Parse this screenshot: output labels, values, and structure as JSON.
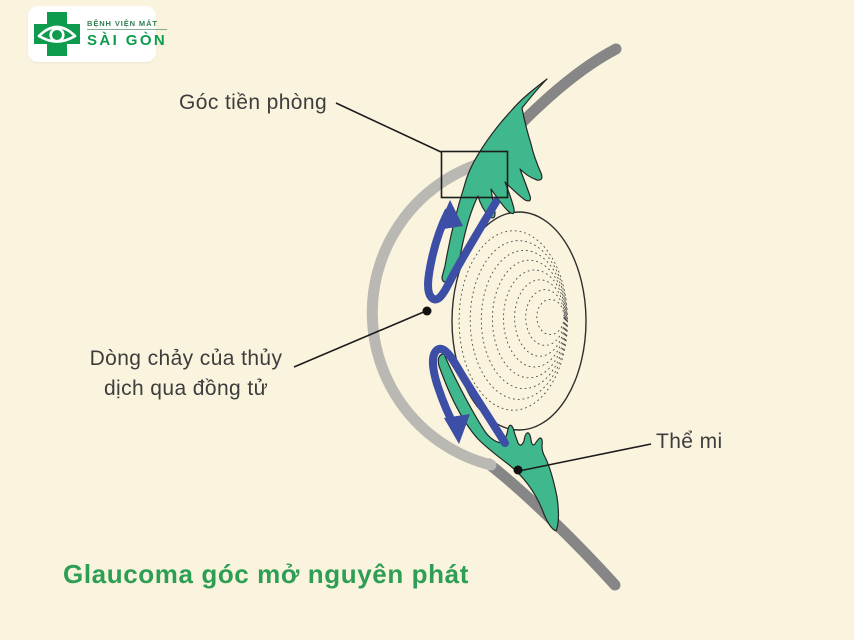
{
  "logo": {
    "hospital_small": "BỆNH VIỆN MẮT",
    "hospital_big": "SÀI GÒN"
  },
  "labels": {
    "anterior_chamber_angle": "Góc tiền phòng",
    "aqueous_flow_line1": "Dòng chảy của thủy",
    "aqueous_flow_line2": "dịch qua đồng tử",
    "ciliary_body": "Thể mi",
    "title": "Glaucoma góc mở nguyên phát"
  },
  "colors": {
    "background": "#FAF4DE",
    "sclera_gray": "#868686",
    "cornea_gray": "#B9B8B2",
    "ciliary_green": "#3FB88D",
    "flow_blue": "#3C4EA5",
    "outline_dark": "#262626",
    "title_green": "#2E9E55",
    "logo_green": "#0E9B4D",
    "logo_text_green": "#2F7D4E",
    "label_text": "#3D3D3D"
  }
}
